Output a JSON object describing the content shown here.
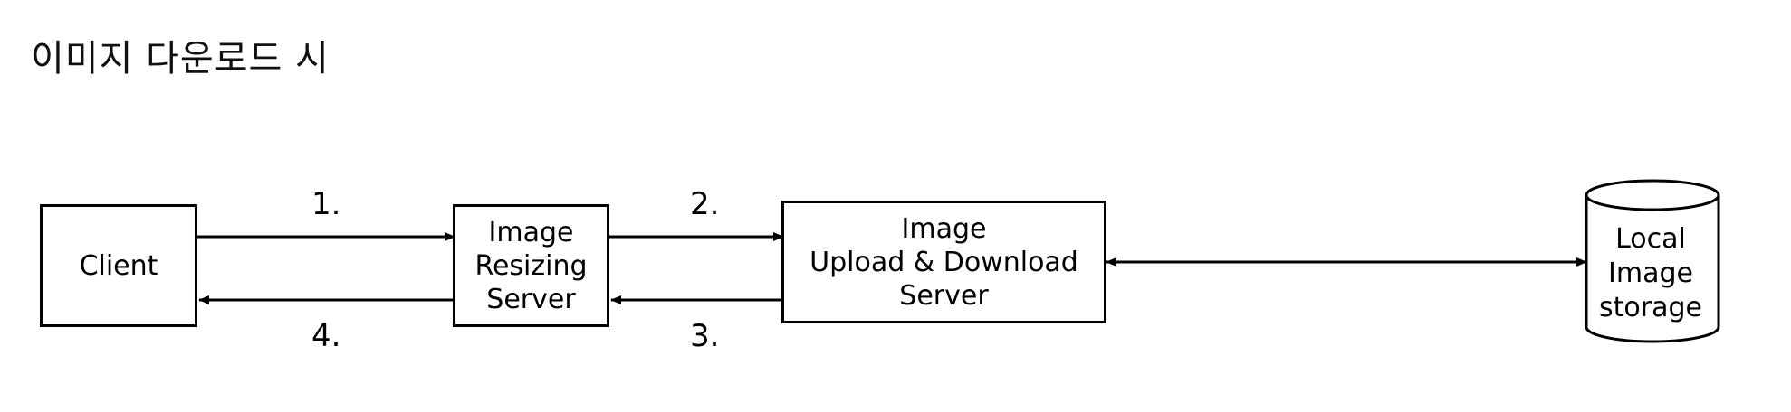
{
  "title": "이미지 다운로드 시",
  "nodes": {
    "client": {
      "label": "Client"
    },
    "resizing_server": {
      "lines": [
        "Image",
        "Resizing",
        "Server"
      ]
    },
    "upload_download_server": {
      "lines": [
        "Image",
        "Upload & Download",
        "Server"
      ]
    },
    "local_storage": {
      "lines": [
        "Local",
        "Image",
        "storage"
      ]
    }
  },
  "steps": {
    "s1": "1.",
    "s2": "2.",
    "s3": "3.",
    "s4": "4."
  }
}
